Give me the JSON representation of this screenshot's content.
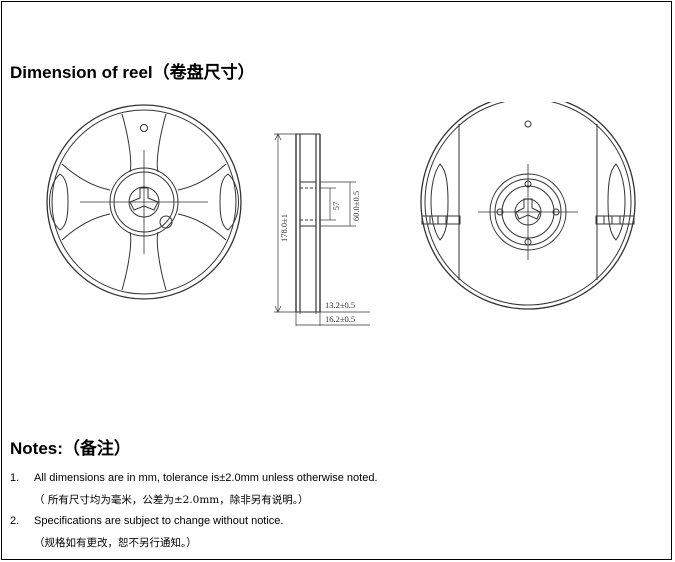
{
  "heading": {
    "title": "Dimension of reel",
    "title_cn": "（卷盘尺寸）"
  },
  "drawing": {
    "dim_total_height": "178.0±1",
    "dim_hub_outer": "60.0±0.5",
    "dim_hub_inner": "57",
    "dim_width_inner": "13.2±0.5",
    "dim_width_outer": "16.2±0.5"
  },
  "notes": {
    "title": "Notes:",
    "title_cn": "（备注）",
    "items": [
      {
        "number": "1.",
        "text": "All dimensions are in mm, tolerance is±2.0mm unless otherwise noted.",
        "text_cn": "（ 所有尺寸均为毫米，公差为±2.0mm，除非另有说明。）"
      },
      {
        "number": "2.",
        "text": "Specifications are subject to change without notice.",
        "text_cn": "（规格如有更改，恕不另行通知。）"
      }
    ]
  }
}
